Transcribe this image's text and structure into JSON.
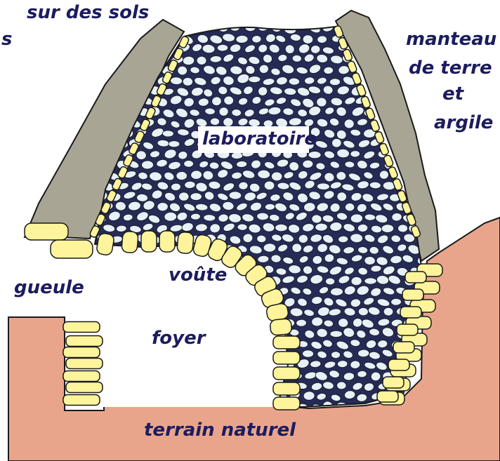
{
  "labels": {
    "top_left_line1": "sur des sols",
    "top_left_line2": "s",
    "manteau_1": "manteau",
    "manteau_2": "de terre",
    "manteau_3": "et",
    "manteau_4": "argile",
    "laboratoire": "laboratoire",
    "gueule": "gueule",
    "voute": "voûte",
    "foyer": "foyer",
    "terrain": "terrain naturel"
  },
  "colors": {
    "ground": "#e9a58c",
    "mantle": "#a8a595",
    "brick": "#fdf49b",
    "stone_fill": "#e6f0f8",
    "stone_gaps": "#252a56",
    "outline": "#1a1a1a",
    "label_text": "#1c1c5e"
  }
}
